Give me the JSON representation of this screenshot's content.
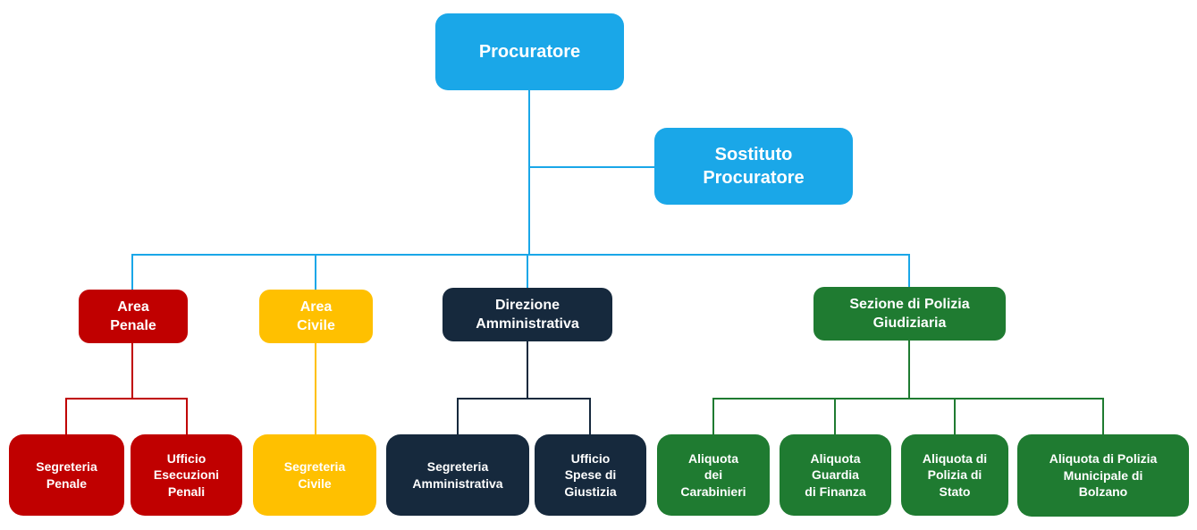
{
  "colors": {
    "light_blue": "#1AA7E8",
    "dark_red": "#C00000",
    "yellow": "#FFC000",
    "dark_navy": "#16293D",
    "green": "#1F7B31",
    "background": "#FFFFFF",
    "text": "#FFFFFF"
  },
  "nodes": {
    "procuratore": {
      "label": "Procuratore",
      "color": "#1AA7E8"
    },
    "sostituto_procuratore": {
      "label": "Sostituto\nProcuratore",
      "color": "#1AA7E8"
    },
    "area_penale": {
      "label": "Area\nPenale",
      "color": "#C00000"
    },
    "area_civile": {
      "label": "Area\nCivile",
      "color": "#FFC000"
    },
    "direzione_amministrativa": {
      "label": "Direzione\nAmministrativa",
      "color": "#16293D"
    },
    "sezione_polizia_giudiziaria": {
      "label": "Sezione di Polizia\nGiudiziaria",
      "color": "#1F7B31"
    },
    "segreteria_penale": {
      "label": "Segreteria\nPenale",
      "color": "#C00000"
    },
    "ufficio_esecuzioni_penali": {
      "label": "Ufficio\nEsecuzioni\nPenali",
      "color": "#C00000"
    },
    "segreteria_civile": {
      "label": "Segreteria\nCivile",
      "color": "#FFC000"
    },
    "segreteria_amministrativa": {
      "label": "Segreteria\nAmministrativa",
      "color": "#16293D"
    },
    "ufficio_spese_di_giustizia": {
      "label": "Ufficio\nSpese di\nGiustizia",
      "color": "#16293D"
    },
    "aliquota_dei_carabinieri": {
      "label": "Aliquota\ndei\nCarabinieri",
      "color": "#1F7B31"
    },
    "aliquota_guardia_di_finanza": {
      "label": "Aliquota\nGuardia\ndi Finanza",
      "color": "#1F7B31"
    },
    "aliquota_di_polizia_di_stato": {
      "label": "Aliquota di\nPolizia di\nStato",
      "color": "#1F7B31"
    },
    "aliquota_di_polizia_municipale_di_bolzano": {
      "label": "Aliquota di Polizia\nMunicipale di\nBolzano",
      "color": "#1F7B31"
    }
  },
  "edges": [
    {
      "from": "procuratore",
      "to": "sostituto_procuratore"
    },
    {
      "from": "procuratore",
      "to": "area_penale"
    },
    {
      "from": "procuratore",
      "to": "area_civile"
    },
    {
      "from": "procuratore",
      "to": "direzione_amministrativa"
    },
    {
      "from": "procuratore",
      "to": "sezione_polizia_giudiziaria"
    },
    {
      "from": "area_penale",
      "to": "segreteria_penale"
    },
    {
      "from": "area_penale",
      "to": "ufficio_esecuzioni_penali"
    },
    {
      "from": "area_civile",
      "to": "segreteria_civile"
    },
    {
      "from": "direzione_amministrativa",
      "to": "segreteria_amministrativa"
    },
    {
      "from": "direzione_amministrativa",
      "to": "ufficio_spese_di_giustizia"
    },
    {
      "from": "sezione_polizia_giudiziaria",
      "to": "aliquota_dei_carabinieri"
    },
    {
      "from": "sezione_polizia_giudiziaria",
      "to": "aliquota_guardia_di_finanza"
    },
    {
      "from": "sezione_polizia_giudiziaria",
      "to": "aliquota_di_polizia_di_stato"
    },
    {
      "from": "sezione_polizia_giudiziaria",
      "to": "aliquota_di_polizia_municipale_di_bolzano"
    }
  ]
}
